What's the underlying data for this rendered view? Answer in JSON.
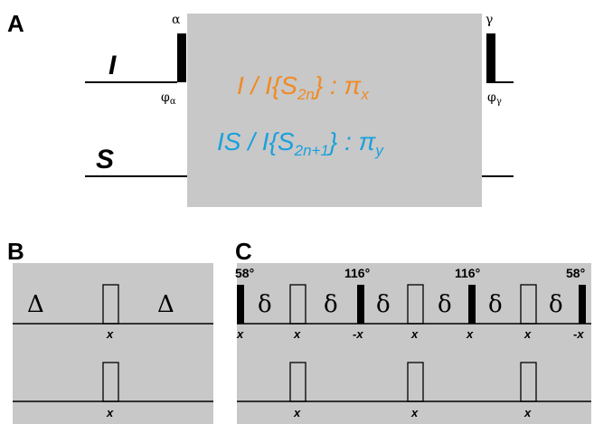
{
  "panels": {
    "a": {
      "label": "A",
      "channel_i": "I",
      "channel_s": "S",
      "pulse_alpha": "α",
      "pulse_gamma": "γ",
      "phase_alpha": "φα",
      "phase_gamma": "φγ",
      "line1": {
        "part1": "I  / I{S",
        "sub": "2n",
        "part2": "}   :  π",
        "phase_sub": "x",
        "color": "#F08A24"
      },
      "line2": {
        "part1": "IS / I{S",
        "sub": "2n+1",
        "part2": "} :  π",
        "phase_sub": "y",
        "color": "#1AA0DC"
      }
    },
    "b": {
      "label": "B",
      "delay_left": "Δ",
      "delay_right": "Δ",
      "phase_top": "x",
      "phase_bottom": "x"
    },
    "c": {
      "label": "C",
      "angles": [
        "58°",
        "116°",
        "116°",
        "58°"
      ],
      "delays": [
        "δ",
        "δ",
        "δ",
        "δ",
        "δ",
        "δ"
      ],
      "phases_top": [
        "x",
        "x",
        "-x",
        "x",
        "x",
        "x",
        "-x"
      ],
      "phases_bottom": [
        "x",
        "x",
        "x"
      ]
    }
  },
  "colors": {
    "box_fill": "#C8C8C8",
    "pulse": "#000000",
    "orange_text": "#F08A24",
    "blue_text": "#1AA0DC"
  }
}
